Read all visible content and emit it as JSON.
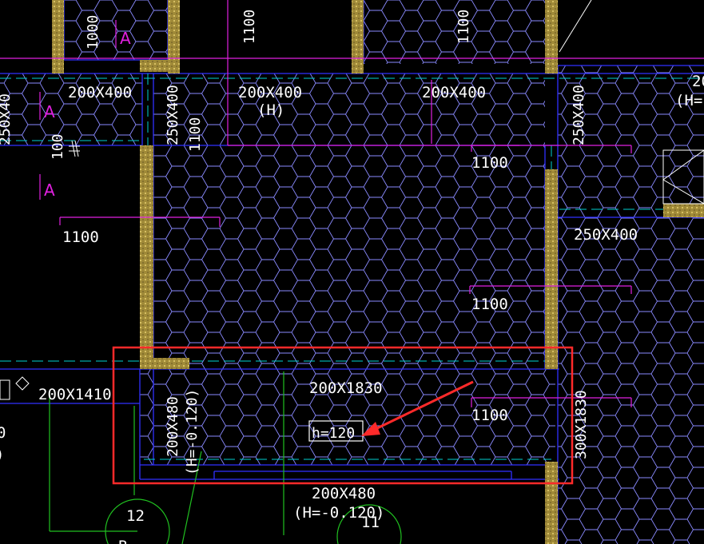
{
  "labels": {
    "beam_200x400_left": "200X400",
    "beam_200x400_mid": "200X400",
    "beam_200x400_mid_h": "(H)",
    "beam_200x400_right": "200X400",
    "beam_top_right": "20",
    "beam_top_right_h": "(H=-",
    "beam_250x400_a": "250X400",
    "beam_250x400_b": "250X400",
    "beam_250x400_c": "250X400",
    "beam_250x400_left_edge": "250X40",
    "dim_1000": "1000",
    "dim_1100_top_mid": "1100",
    "dim_1100_top_right": "1100",
    "dim_1100_v_left": "1100",
    "dim_100": "100",
    "dim_1100_left": "1100",
    "dim_1100_r1": "1100",
    "dim_1100_r2": "1100",
    "dim_1100_r3": "1100",
    "beam_200x1410": "200X1410",
    "beam_200x1830": "200X1830",
    "beam_200x480_v": "200X480",
    "beam_200x480_v_h": "(H=-0.120)",
    "beam_200x480_bottom": "200X480",
    "beam_200x480_bottom_h": "(H=-0.120)",
    "beam_300x1830": "300X1830",
    "slab_thickness": "h=120",
    "axis_12": "12",
    "axis_11": "11",
    "axis_b": "B",
    "section_a1": "A",
    "section_a2": "A",
    "section_a3": "A",
    "cut_0": "0",
    "cut_paren": ")"
  },
  "colors": {
    "background": "#000000",
    "hatch": "#8a8aff",
    "beam_outline": "#3030ff",
    "dimension": "#e020e0",
    "wall_fill": "#b8a048",
    "axis": "#20c020",
    "highlight": "#ff2a2a",
    "centerline": "#00d0d0",
    "text": "#ffffff"
  },
  "annotation": {
    "highlight_box": "rectangle",
    "arrow": "red-arrow"
  }
}
